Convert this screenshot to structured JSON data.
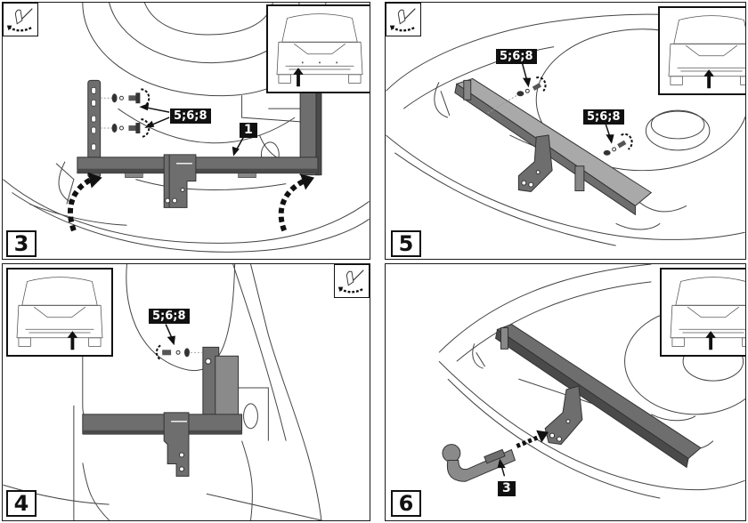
{
  "document": {
    "title": "Tow bar installation steps"
  },
  "panels": [
    {
      "step": "3",
      "callouts": [
        "5;6;8",
        "1"
      ],
      "icons": [
        "torque-wrench-icon",
        "car-rear-view",
        "rotate-arrow-icon"
      ]
    },
    {
      "step": "5",
      "callouts": [
        "5;6;8",
        "5;6;8"
      ],
      "icons": [
        "torque-wrench-icon",
        "car-rear-view"
      ]
    },
    {
      "step": "4",
      "callouts": [
        "5;6;8"
      ],
      "icons": [
        "torque-wrench-icon",
        "car-rear-view"
      ]
    },
    {
      "step": "6",
      "callouts": [
        "3"
      ],
      "icons": [
        "car-rear-view",
        "insert-arrow-icon"
      ]
    }
  ],
  "colors": {
    "line": "#333333",
    "steel": "#6e6e6e",
    "steel_dark": "#4a4a4a",
    "label_bg": "#111111",
    "label_text": "#ffffff"
  }
}
